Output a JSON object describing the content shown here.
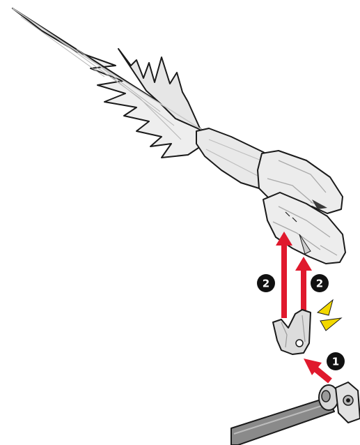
{
  "diagram": {
    "steps": [
      {
        "number": "❶",
        "label": "1"
      },
      {
        "number": "❷",
        "label": "2"
      },
      {
        "number": "❷",
        "label": "2"
      }
    ],
    "colors": {
      "arrow": "#e0192d",
      "click_indicator": "#f2d800",
      "part_fill": "#e8e8e8",
      "part_shade": "#bdbdbd",
      "outline": "#1a1a1a",
      "rod": "#8a8a8a"
    },
    "icons": [
      "feather-blade-part",
      "hand-part-upper",
      "hand-part-lower",
      "clip-connector",
      "joint-rod",
      "click-indicator"
    ]
  }
}
